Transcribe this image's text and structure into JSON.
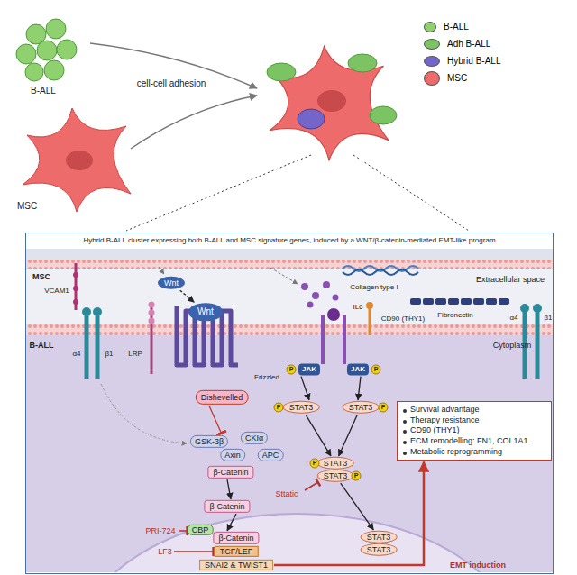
{
  "diagram": {
    "nodes": [
      {
        "text": [
          "Hybrid B-ALL cluster expressing both B-ALL and MSC signature genes, induced by a WNT/β-catenin-mediated EMT-like program"
        ]
      },
      {
        "text": [
          "Wnt"
        ],
        "in": 0
      },
      {
        "text": [
          "Wnt"
        ],
        "in": 0
      },
      {
        "text": [
          "JAK"
        ],
        "in": 0
      },
      {
        "text": [
          "P"
        ],
        "in": 0
      },
      {
        "text": [
          "JAK"
        ],
        "in": 0
      },
      {
        "text": [
          "P"
        ],
        "in": 0
      },
      {
        "text": [
          "Dishevelled"
        ],
        "in": 0
      },
      {
        "text": [
          "GSK-3β"
        ],
        "in": 0
      },
      {
        "text": [
          "CKIα"
        ],
        "in": 0
      },
      {
        "text": [
          "Axin"
        ],
        "in": 0
      },
      {
        "text": [
          "APC"
        ],
        "in": 0
      },
      {
        "text": [
          "β-Catenin"
        ],
        "in": 0
      },
      {
        "text": [
          "STAT3"
        ],
        "in": 0
      },
      {
        "text": [
          "P"
        ],
        "in": 0
      },
      {
        "text": [
          "STAT3"
        ],
        "in": 0
      },
      {
        "text": [
          "P"
        ],
        "in": 0
      },
      {
        "text": [
          "Survival advantage",
          "Therapy resistance",
          "CD90 (THY1)",
          "ECM remodelling: FN1, COL1A1",
          "Metabolic reprogramming"
        ],
        "in": 0
      },
      {
        "text": [
          "β-Catenin"
        ],
        "in": 0
      },
      {
        "text": [
          "STAT3"
        ],
        "in": 0
      },
      {
        "text": [
          "P"
        ],
        "in": 0
      },
      {
        "text": [
          "STAT3"
        ],
        "in": 0
      },
      {
        "text": [
          "P"
        ],
        "in": 0
      },
      {
        "text": [
          "CBP"
        ],
        "in": 0
      },
      {
        "text": [
          "β-Catenin"
        ],
        "in": 0
      },
      {
        "text": [
          "TCF/LEF"
        ],
        "in": 0
      },
      {
        "text": [
          "STAT3"
        ],
        "in": 0
      },
      {
        "text": [
          "STAT3"
        ],
        "in": 0
      },
      {
        "text": [
          "SNAI2 & TWIST1"
        ],
        "in": 0
      }
    ],
    "edges": [
      {
        "from": 1,
        "to": 2,
        "arrow": "to"
      },
      {
        "from": 7,
        "to": 8,
        "arrow": "to"
      },
      {
        "from": 12,
        "to": 18,
        "arrow": "to"
      },
      {
        "from": 18,
        "to": 24,
        "arrow": "to"
      },
      {
        "from": 3,
        "to": 13,
        "arrow": "to"
      },
      {
        "from": 5,
        "to": 15,
        "arrow": "to"
      },
      {
        "from": 13,
        "to": 19,
        "arrow": "to"
      },
      {
        "from": 15,
        "to": 19,
        "arrow": "to"
      },
      {
        "from": 21,
        "to": 26,
        "arrow": "to"
      },
      {
        "from": 28,
        "to": 17,
        "arrow": "to"
      }
    ],
    "labels": [
      "B-ALL",
      "cell-cell adhesion",
      "MSC",
      "MSC",
      "Extracellular space",
      "B-ALL",
      "Cytoplasm",
      "VCAM1",
      "α4",
      "β1",
      "LRP",
      "Frizzled",
      "IL6",
      "Collagen type I",
      "Fibronectin",
      "CD90 (THY1)",
      "α4",
      "β1",
      "Sttatic",
      "PRI-724",
      "LF3",
      "EMT induction"
    ],
    "legend": [
      {
        "text": "B-ALL",
        "color": "#8fd16f"
      },
      {
        "text": "Adh B-ALL",
        "color": "#7cc463"
      },
      {
        "text": "Hybrid B-ALL",
        "color": "#7466c8"
      },
      {
        "text": "MSC",
        "color": "#ee6b6b"
      }
    ]
  }
}
